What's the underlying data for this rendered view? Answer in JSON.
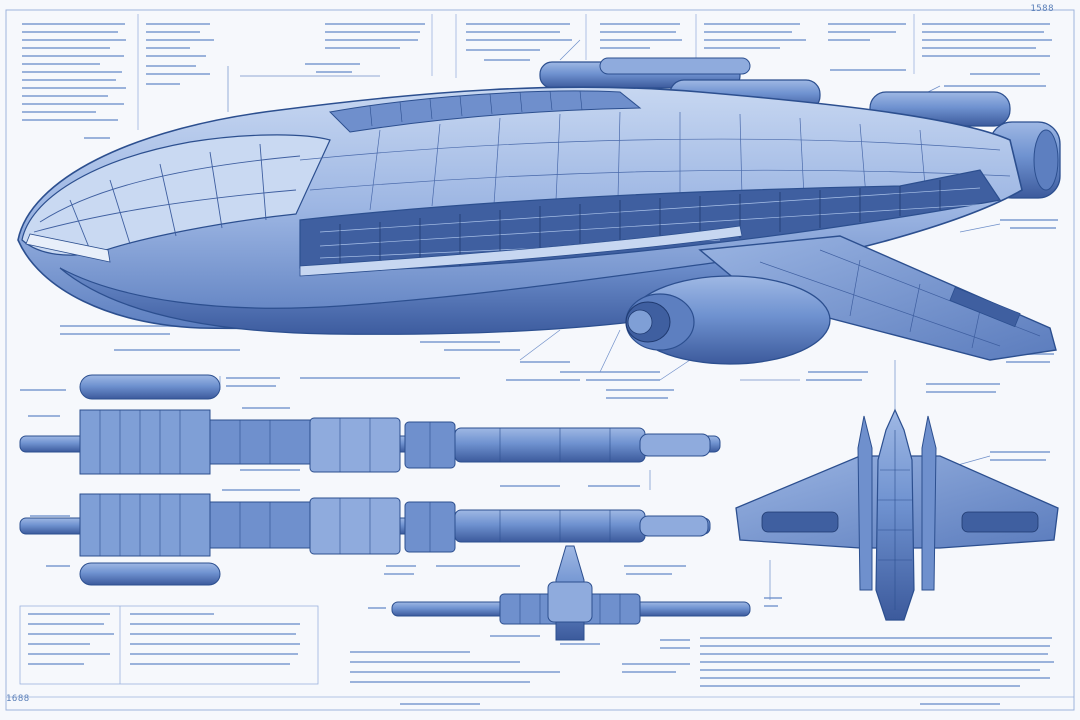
{
  "sheet": {
    "label_top_right": "1588",
    "label_bottom_left": "1688"
  },
  "colors": {
    "paper": "#f6f8fc",
    "ink": "#2c4f8f",
    "hull_light": "#a9c1e8",
    "hull_mid": "#7f9fd6",
    "hull_dark": "#3f5fa0",
    "text_lines": "#8aa6d6"
  },
  "views": [
    "perspective-view",
    "side-view-upper",
    "side-view-lower",
    "top-view",
    "front-view"
  ]
}
